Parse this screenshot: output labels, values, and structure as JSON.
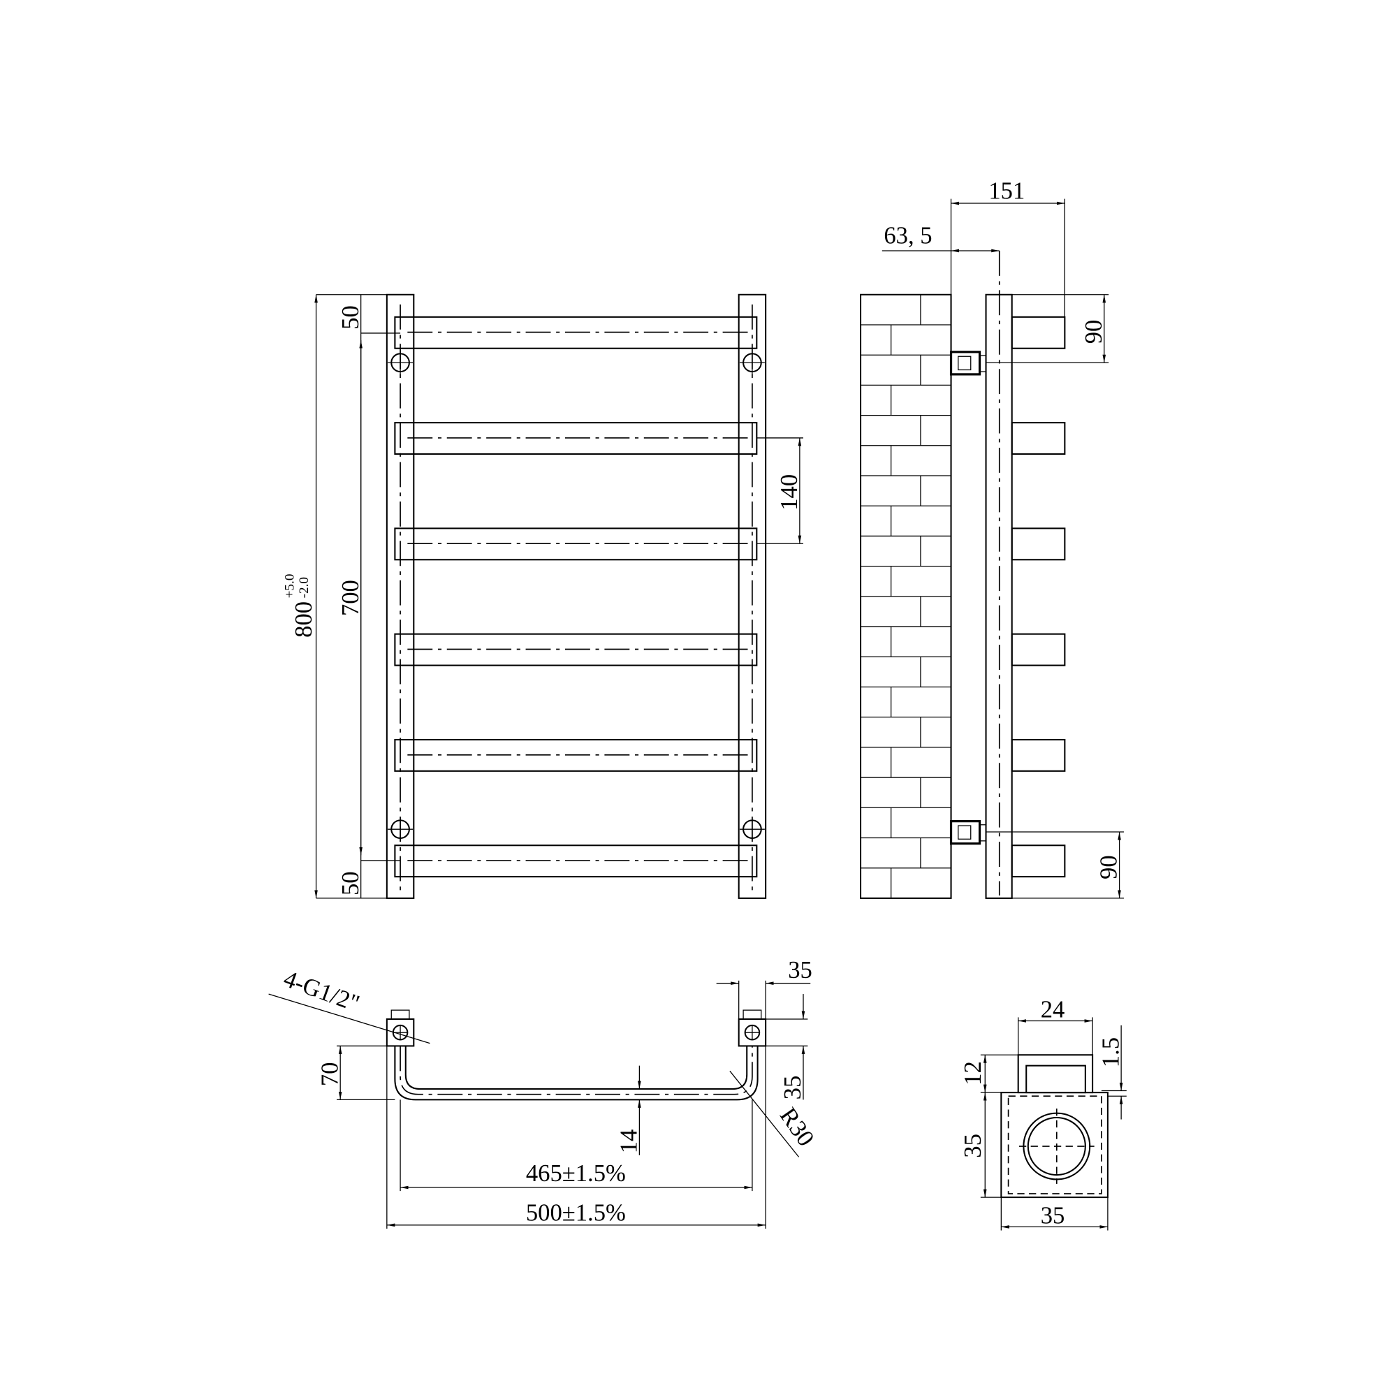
{
  "front_view": {
    "overall_height": "800",
    "tol_upper": "+5.0",
    "tol_lower": "-2.0",
    "centers_height": "700",
    "top_offset": "50",
    "bottom_offset": "50",
    "bar_pitch": "140"
  },
  "side_view": {
    "depth_total": "151",
    "wall_to_center": "63, 5",
    "top_bracket": "90",
    "bottom_bracket": "90"
  },
  "plan_view": {
    "connections": "4-G1/2\"",
    "rail_width": "35",
    "block_height": "35",
    "offset": "70",
    "pipe": "14",
    "radius": "R30",
    "inner_width": "465±1.5%",
    "outer_width": "500±1.5%"
  },
  "section_view": {
    "cap_width": "24",
    "cap_height": "12",
    "wall": "1.5",
    "profile_height": "35",
    "profile_width": "35"
  },
  "colors": {
    "line": "#000000",
    "background": "#ffffff"
  }
}
